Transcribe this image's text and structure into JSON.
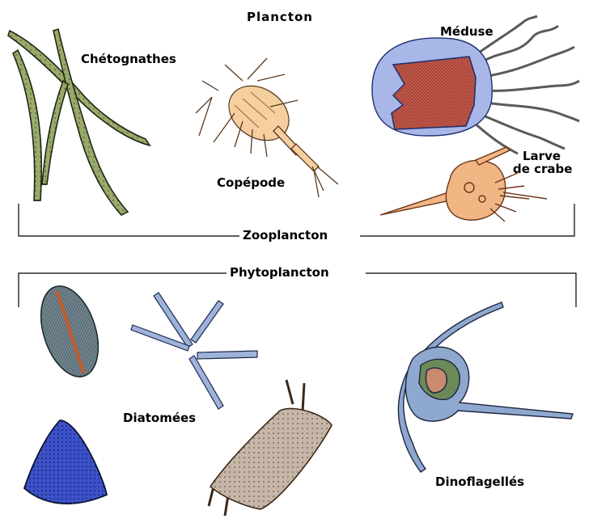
{
  "title": "Plancton",
  "groups": {
    "zooplankton": "Zooplancton",
    "phytoplankton": "Phytoplancton"
  },
  "labels": {
    "chaetognaths": "Chétognathes",
    "copepod": "Copépode",
    "jellyfish": "Méduse",
    "crab_larva_line1": "Larve",
    "crab_larva_line2": "de crabe",
    "diatoms": "Diatomées",
    "dinoflagellates": "Dinoflagellés"
  },
  "colors": {
    "chaetognath": "#9aaa6a",
    "copepod": "#f6cfa0",
    "jellyfish_bell": "#a9b6e8",
    "jellyfish_core": "#c8584a",
    "crab_larva": "#f2b584",
    "diatom_oval": "#6f8a96",
    "diatom_triangle": "#3d52c8",
    "diatom_chain": "#9fb3da",
    "diatom_rect": "#c7b6a8",
    "dinoflagellate": "#8fa8cf",
    "dinoflagellate_nucleus": "#c98a70"
  }
}
